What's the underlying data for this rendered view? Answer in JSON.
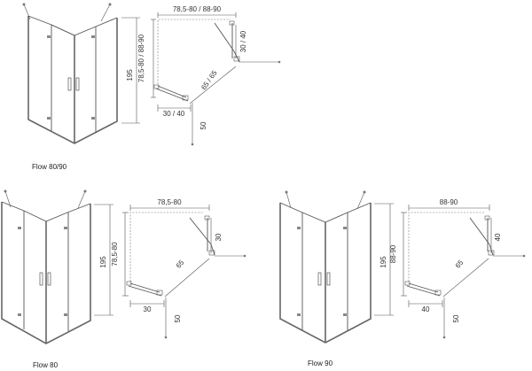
{
  "diagrams": [
    {
      "id": "flow-80-90",
      "caption": "Flow 80/90",
      "height_label": "195",
      "width_label": "78,5-80 / 88-90",
      "depth_label": "78,5-80 / 88-90",
      "door_label": "30 / 40",
      "door_label_side": "30 / 40",
      "diagonal_label": "65 / 65",
      "offset_label": "50"
    },
    {
      "id": "flow-80",
      "caption": "Flow 80",
      "height_label": "195",
      "width_label": "78,5-80",
      "depth_label": "78,5-80",
      "door_label": "30",
      "door_label_side": "30",
      "diagonal_label": "65",
      "offset_label": "50"
    },
    {
      "id": "flow-90",
      "caption": "Flow 90",
      "height_label": "195",
      "width_label": "88-90",
      "depth_label": "88-90",
      "door_label": "40",
      "door_label_side": "40",
      "diagonal_label": "65",
      "offset_label": "50"
    }
  ]
}
